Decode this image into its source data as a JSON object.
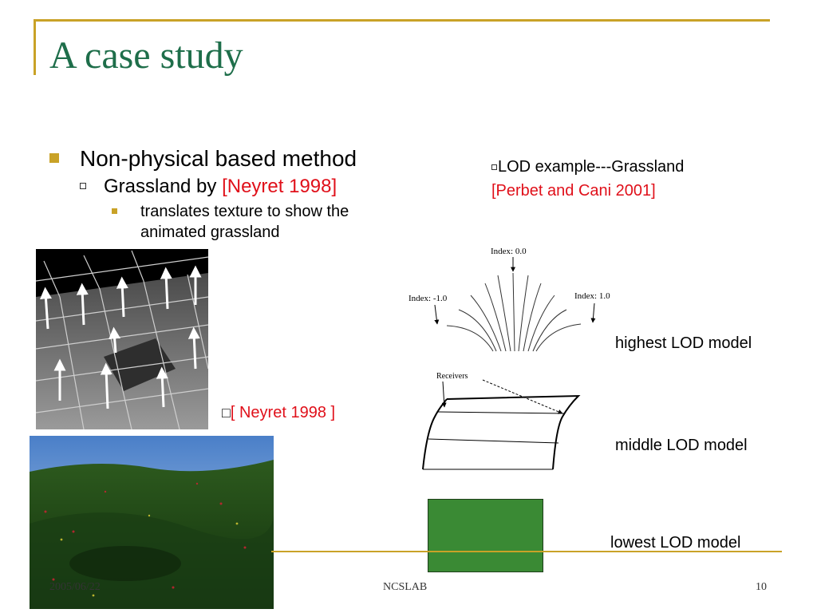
{
  "title": "A case study",
  "bullets": {
    "level1": "Non-physical based method",
    "level2_prefix": "Grassland by ",
    "level2_cite": "[Neyret 1998]",
    "level3": "translates texture to show the animated grassland"
  },
  "right_header": {
    "line1": "LOD example---Grassland",
    "line2": "[Perbet and Cani 2001]"
  },
  "figure_cite": "[ Neyret 1998 ]",
  "diagram": {
    "index_center": "Index: 0.0",
    "index_left": "Index: -1.0",
    "index_right": "Index: 1.0",
    "receivers": "Receivers"
  },
  "lod_labels": {
    "highest": "highest LOD model",
    "middle": "middle LOD model",
    "lowest": "lowest LOD model"
  },
  "footer": {
    "date": "2005/06/22",
    "center": "NCSLAB",
    "page": "10"
  },
  "colors": {
    "title": "#1e6e4a",
    "accent": "#c9a227",
    "citation": "#e0101a",
    "lowest_lod_fill": "#3a8a34"
  }
}
